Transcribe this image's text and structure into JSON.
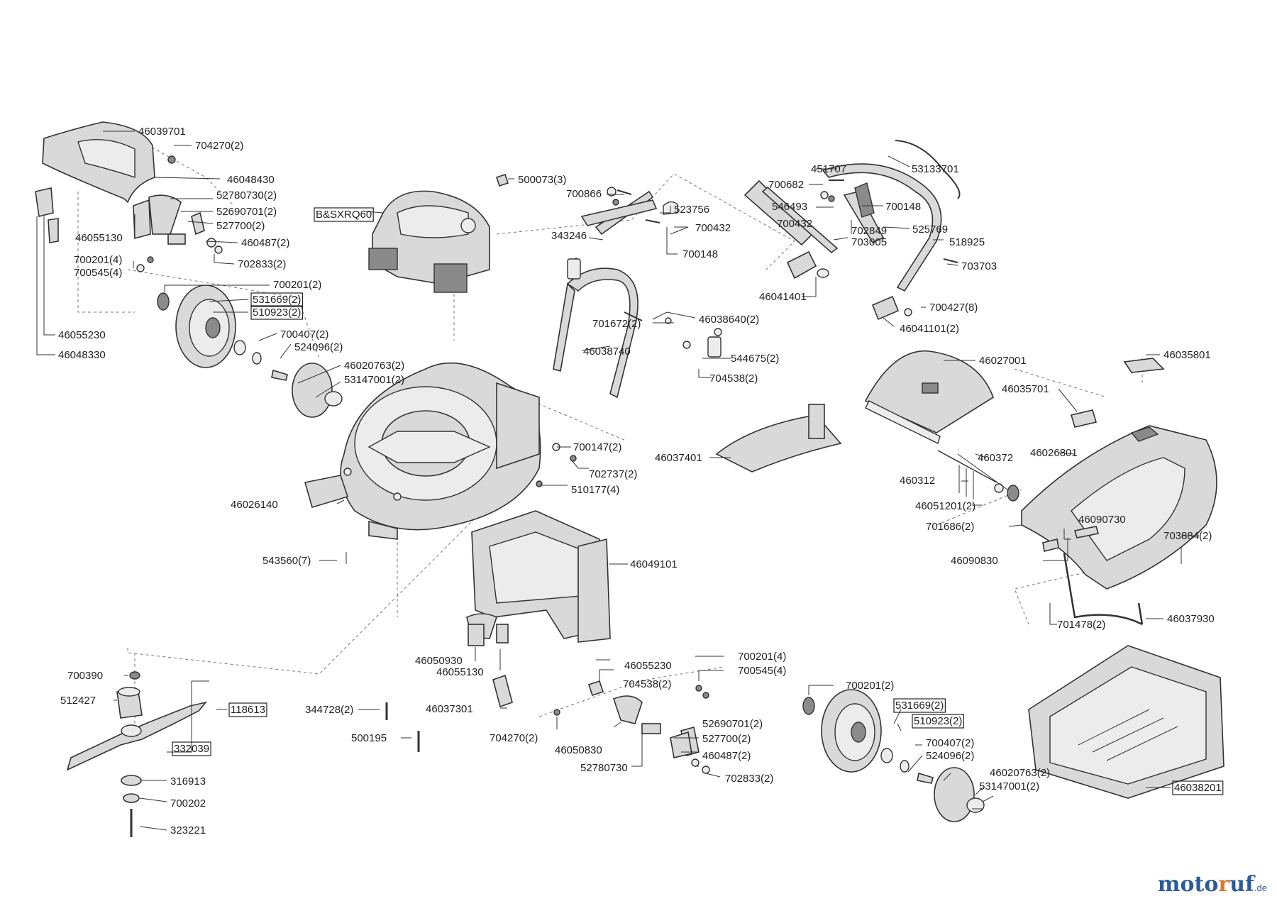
{
  "labels": [
    {
      "id": "l1",
      "text": "46039701"
    },
    {
      "id": "l2",
      "text": "704270(2)"
    },
    {
      "id": "l3",
      "text": "46048430"
    },
    {
      "id": "l4",
      "text": "52780730(2)"
    },
    {
      "id": "l5",
      "text": "52690701(2)"
    },
    {
      "id": "l6",
      "text": "527700(2)"
    },
    {
      "id": "l7",
      "text": "460487(2)"
    },
    {
      "id": "l8",
      "text": "46055130"
    },
    {
      "id": "l9",
      "text": "700201(4)"
    },
    {
      "id": "l10",
      "text": "700545(4)"
    },
    {
      "id": "l11",
      "text": "702833(2)"
    },
    {
      "id": "l12",
      "text": "700201(2)"
    },
    {
      "id": "l13",
      "text": "531669(2)",
      "boxed": true
    },
    {
      "id": "l14",
      "text": "510923(2)",
      "boxed": true
    },
    {
      "id": "l15",
      "text": "46055230"
    },
    {
      "id": "l16",
      "text": "46048330"
    },
    {
      "id": "l17",
      "text": "700407(2)"
    },
    {
      "id": "l18",
      "text": "524096(2)"
    },
    {
      "id": "l19",
      "text": "46020763(2)"
    },
    {
      "id": "l20",
      "text": "53147001(2)"
    },
    {
      "id": "l21",
      "text": "B&SXRQ60",
      "boxed": true
    },
    {
      "id": "l22",
      "text": "500073(3)"
    },
    {
      "id": "l23",
      "text": "700866"
    },
    {
      "id": "l24",
      "text": "523756"
    },
    {
      "id": "l25",
      "text": "700432"
    },
    {
      "id": "l26",
      "text": "343246"
    },
    {
      "id": "l27",
      "text": "700148"
    },
    {
      "id": "l28",
      "text": "701672(2)"
    },
    {
      "id": "l29",
      "text": "46038640(2)"
    },
    {
      "id": "l30",
      "text": "46038740"
    },
    {
      "id": "l31",
      "text": "544675(2)"
    },
    {
      "id": "l32",
      "text": "704538(2)"
    },
    {
      "id": "l33",
      "text": "451707"
    },
    {
      "id": "l34",
      "text": "53133701"
    },
    {
      "id": "l35",
      "text": "700682"
    },
    {
      "id": "l36",
      "text": "546493"
    },
    {
      "id": "l37",
      "text": "700148"
    },
    {
      "id": "l38",
      "text": "700432"
    },
    {
      "id": "l39",
      "text": "525769"
    },
    {
      "id": "l40",
      "text": "702849"
    },
    {
      "id": "l41",
      "text": "703005"
    },
    {
      "id": "l42",
      "text": "518925"
    },
    {
      "id": "l43",
      "text": "703703"
    },
    {
      "id": "l44",
      "text": "46041401"
    },
    {
      "id": "l45",
      "text": "700427(8)"
    },
    {
      "id": "l46",
      "text": "46041101(2)"
    },
    {
      "id": "l47",
      "text": "46027001"
    },
    {
      "id": "l48",
      "text": "46035801"
    },
    {
      "id": "l49",
      "text": "46035701"
    },
    {
      "id": "l50",
      "text": "46026801"
    },
    {
      "id": "l51",
      "text": "460372"
    },
    {
      "id": "l52",
      "text": "460312"
    },
    {
      "id": "l53",
      "text": "46051201(2)"
    },
    {
      "id": "l54",
      "text": "46037401"
    },
    {
      "id": "l55",
      "text": "700147(2)"
    },
    {
      "id": "l56",
      "text": "702737(2)"
    },
    {
      "id": "l57",
      "text": "510177(4)"
    },
    {
      "id": "l58",
      "text": "46026140"
    },
    {
      "id": "l59",
      "text": "543560(7)"
    },
    {
      "id": "l60",
      "text": "46049101"
    },
    {
      "id": "l61",
      "text": "701686(2)"
    },
    {
      "id": "l62",
      "text": "46090730"
    },
    {
      "id": "l63",
      "text": "703884(2)"
    },
    {
      "id": "l64",
      "text": "46090830"
    },
    {
      "id": "l65",
      "text": "701478(2)"
    },
    {
      "id": "l66",
      "text": "46037930"
    },
    {
      "id": "l67",
      "text": "46050930"
    },
    {
      "id": "l68",
      "text": "46055130"
    },
    {
      "id": "l69",
      "text": "46055230"
    },
    {
      "id": "l70",
      "text": "704538(2)"
    },
    {
      "id": "l71",
      "text": "46037301"
    },
    {
      "id": "l72",
      "text": "700201(4)"
    },
    {
      "id": "l73",
      "text": "700545(4)"
    },
    {
      "id": "l74",
      "text": "700201(2)"
    },
    {
      "id": "l75",
      "text": "531669(2)",
      "boxed": true
    },
    {
      "id": "l76",
      "text": "510923(2)",
      "boxed": true
    },
    {
      "id": "l77",
      "text": "700390"
    },
    {
      "id": "l78",
      "text": "512427"
    },
    {
      "id": "l79",
      "text": "118613",
      "boxed": true
    },
    {
      "id": "l80",
      "text": "344728(2)"
    },
    {
      "id": "l81",
      "text": "500195"
    },
    {
      "id": "l82",
      "text": "704270(2)"
    },
    {
      "id": "l83",
      "text": "46050830"
    },
    {
      "id": "l84",
      "text": "52690701(2)"
    },
    {
      "id": "l85",
      "text": "527700(2)"
    },
    {
      "id": "l86",
      "text": "460487(2)"
    },
    {
      "id": "l87",
      "text": "702833(2)"
    },
    {
      "id": "l88",
      "text": "52780730"
    },
    {
      "id": "l89",
      "text": "332039",
      "boxed": true
    },
    {
      "id": "l90",
      "text": "316913"
    },
    {
      "id": "l91",
      "text": "700202"
    },
    {
      "id": "l92",
      "text": "323221"
    },
    {
      "id": "l93",
      "text": "700407(2)"
    },
    {
      "id": "l94",
      "text": "524096(2)"
    },
    {
      "id": "l95",
      "text": "46020763(2)"
    },
    {
      "id": "l96",
      "text": "53147001(2)"
    },
    {
      "id": "l97",
      "text": "46038201",
      "boxed": true
    }
  ],
  "brand": {
    "part1": "moto",
    "part2": "r",
    "part3": "uf",
    ".de": ".de"
  }
}
